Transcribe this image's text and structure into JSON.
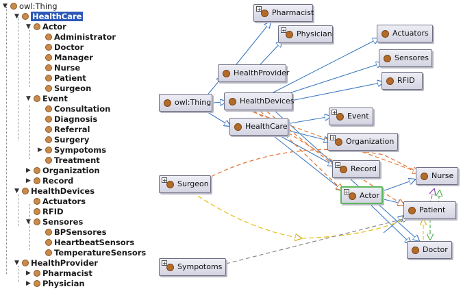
{
  "tree": [
    {
      "id": "owl-thing",
      "label": "owl:Thing",
      "depth": 0,
      "expanded": true,
      "root": true
    },
    {
      "id": "healthcare",
      "label": "HealthCare",
      "depth": 1,
      "expanded": true,
      "selected": true
    },
    {
      "id": "actor",
      "label": "Actor",
      "depth": 2,
      "expanded": true
    },
    {
      "id": "administrator",
      "label": "Administrator",
      "depth": 3
    },
    {
      "id": "doctor",
      "label": "Doctor",
      "depth": 3
    },
    {
      "id": "manager",
      "label": "Manager",
      "depth": 3
    },
    {
      "id": "nurse",
      "label": "Nurse",
      "depth": 3
    },
    {
      "id": "patient",
      "label": "Patient",
      "depth": 3
    },
    {
      "id": "surgeon",
      "label": "Surgeon",
      "depth": 3
    },
    {
      "id": "event",
      "label": "Event",
      "depth": 2,
      "expanded": true
    },
    {
      "id": "consultation",
      "label": "Consultation",
      "depth": 3
    },
    {
      "id": "diagnosis",
      "label": "Diagnosis",
      "depth": 3
    },
    {
      "id": "referral",
      "label": "Referral",
      "depth": 3
    },
    {
      "id": "surgery",
      "label": "Surgery",
      "depth": 3
    },
    {
      "id": "sympotoms",
      "label": "Sympotoms",
      "depth": 3,
      "collapsed": true
    },
    {
      "id": "treatment",
      "label": "Treatment",
      "depth": 3
    },
    {
      "id": "organization",
      "label": "Organization",
      "depth": 2,
      "collapsed": true
    },
    {
      "id": "record",
      "label": "Record",
      "depth": 2,
      "collapsed": true
    },
    {
      "id": "healthdevices",
      "label": "HealthDevices",
      "depth": 1,
      "expanded": true
    },
    {
      "id": "actuators",
      "label": "Actuators",
      "depth": 2
    },
    {
      "id": "rfid",
      "label": "RFID",
      "depth": 2
    },
    {
      "id": "sensores",
      "label": "Sensores",
      "depth": 2,
      "expanded": true
    },
    {
      "id": "bpsensores",
      "label": "BPSensores",
      "depth": 3
    },
    {
      "id": "heartbeatsensors",
      "label": "HeartbeatSensors",
      "depth": 3
    },
    {
      "id": "temperaturesensors",
      "label": "TemperatureSensors",
      "depth": 3
    },
    {
      "id": "healthprovider",
      "label": "HealthProvider",
      "depth": 1,
      "expanded": true
    },
    {
      "id": "pharmacist",
      "label": "Pharmacist",
      "depth": 2,
      "collapsed": true
    },
    {
      "id": "physician",
      "label": "Physician",
      "depth": 2,
      "collapsed": true
    }
  ],
  "graph": {
    "nodes": [
      {
        "id": "pharmacist",
        "label": "Pharmacist",
        "plus": true
      },
      {
        "id": "physician",
        "label": "Physician",
        "plus": true
      },
      {
        "id": "healthprovider",
        "label": "HealthProvider"
      },
      {
        "id": "actuators",
        "label": "Actuators"
      },
      {
        "id": "sensores",
        "label": "Sensores"
      },
      {
        "id": "rfid",
        "label": "RFID"
      },
      {
        "id": "owl-thing",
        "label": "owl:Thing"
      },
      {
        "id": "healthdevices",
        "label": "HealthDevices"
      },
      {
        "id": "healthcare",
        "label": "HealthCare"
      },
      {
        "id": "event",
        "label": "Event",
        "plus": true
      },
      {
        "id": "organization",
        "label": "Organization",
        "plus": true
      },
      {
        "id": "record",
        "label": "Record",
        "plus": true
      },
      {
        "id": "nurse",
        "label": "Nurse"
      },
      {
        "id": "surgeon",
        "label": "Surgeon",
        "plus": true
      },
      {
        "id": "actor",
        "label": "Actor",
        "plus": true,
        "highlight": true
      },
      {
        "id": "patient",
        "label": "Patient"
      },
      {
        "id": "doctor",
        "label": "Doctor"
      },
      {
        "id": "sympotoms",
        "label": "Sympotoms",
        "plus": true
      }
    ],
    "edge_colors": {
      "subclass": "#3a78c2",
      "orange": "#e07a3a",
      "yellow": "#e8c020",
      "gray": "#888888",
      "green": "#4cae4c",
      "purple": "#8a3ab8",
      "brown": "#8a6a3a"
    }
  }
}
